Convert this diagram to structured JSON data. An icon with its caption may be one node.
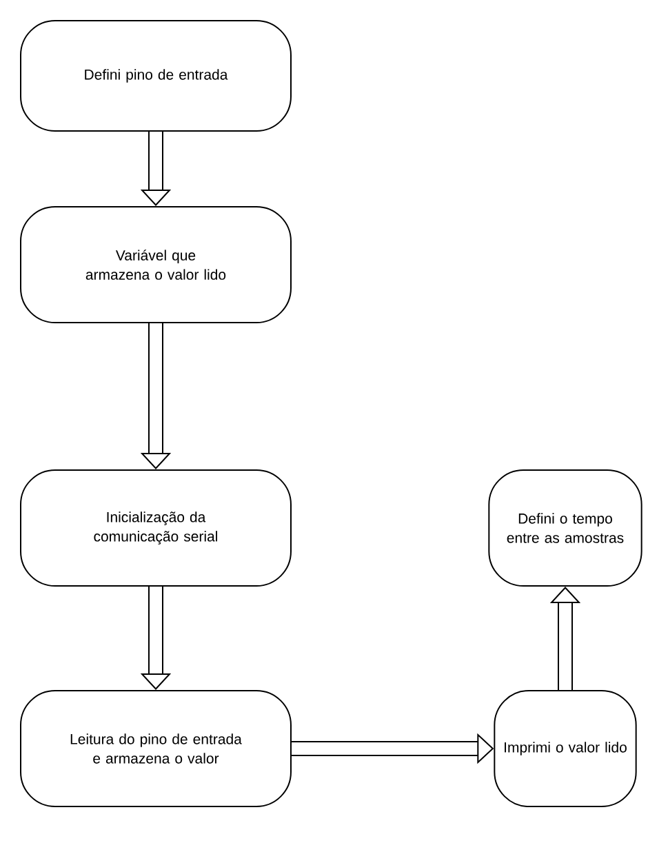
{
  "diagram": {
    "nodes": [
      {
        "text": [
          "Defini pino de entrada"
        ]
      },
      {
        "text": [
          "Variável que armazena o valor lido"
        ]
      },
      {
        "text": [
          "Inicialização da comunicação serial"
        ]
      },
      {
        "text": [
          "Leitura do pino de entrada e armazena o valor"
        ]
      },
      {
        "text": [
          "Defini o tempo entre as amostras"
        ]
      },
      {
        "text": [
          "Imprimi o valor lido"
        ]
      }
    ],
    "edges": [
      {
        "from": 0,
        "to": 1,
        "arrow": "to"
      },
      {
        "from": 1,
        "to": 2,
        "arrow": "to"
      },
      {
        "from": 2,
        "to": 3,
        "arrow": "to"
      },
      {
        "from": 3,
        "to": 5,
        "arrow": "to"
      },
      {
        "from": 5,
        "to": 4,
        "arrow": "to"
      }
    ]
  }
}
